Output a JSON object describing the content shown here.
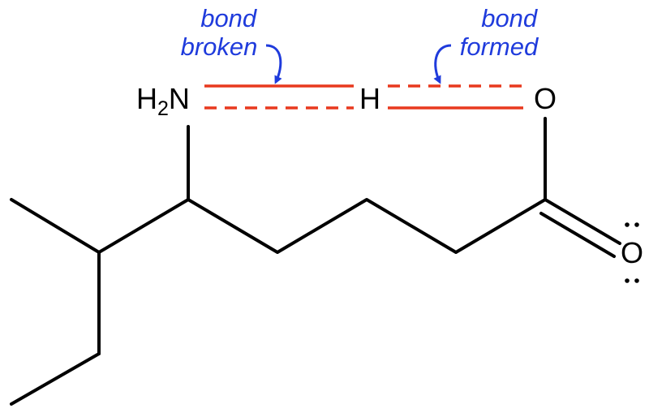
{
  "atoms": {
    "amine_h": "H",
    "amine_sub": "2",
    "amine_n": "N",
    "hydrogen": "H",
    "carbonyl_oxygen": "O",
    "hydroxyl_oxygen": "O",
    "lone_pair": ":"
  },
  "annotations": {
    "bond_broken": [
      "bond",
      "broken"
    ],
    "bond_formed": [
      "bond",
      "formed"
    ]
  },
  "colors": {
    "skeleton": "#000000",
    "bond_highlight": "#e8391e",
    "annotation": "#1f3bdc"
  }
}
